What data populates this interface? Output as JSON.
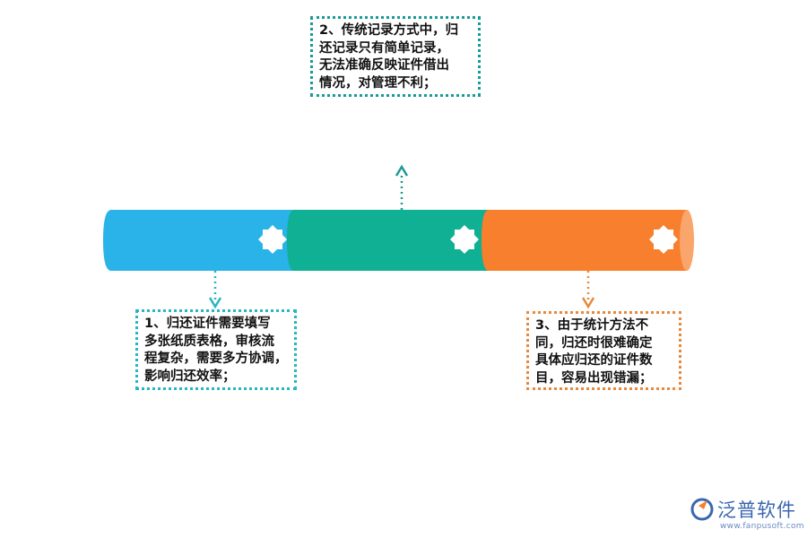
{
  "notes": {
    "step1": "1、归还证件需要填写\n多张纸质表格，审核流\n程复杂，需要多方协调，\n影响归还效率；",
    "step2": "2、传统记录方式中，归\n还记录只有简单记录，\n无法准确反映证件借出\n情况，对管理不利；",
    "step3": "3、由于统计方法不\n同，归还时很难确定\n具体应归还的证件数\n目，容易出现错漏；"
  },
  "colors": {
    "segment1": "#29b3e8",
    "segment2": "#0fb093",
    "segment3": "#f77f2e",
    "segment3_cap": "#f9a56b"
  },
  "logo": {
    "name": "泛普软件",
    "url": "www.fanpusoft.com"
  }
}
